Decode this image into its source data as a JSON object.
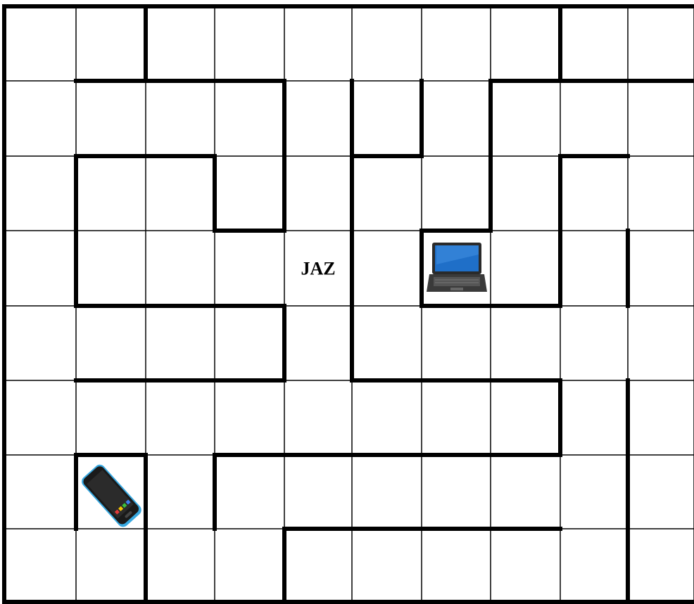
{
  "maze": {
    "columns": 10,
    "rows": 8,
    "colors": {
      "background": "#ffffff",
      "thin_line": "#000000",
      "thick_line": "#000000"
    },
    "cell_labels": [
      {
        "name": "jaz-label",
        "row": 3,
        "col": 4,
        "text": "JAZ"
      }
    ],
    "icons": [
      {
        "name": "laptop-icon",
        "row": 3,
        "col": 6,
        "screen_color": "#1f6fc8"
      },
      {
        "name": "smartphone-icon",
        "row": 6,
        "col": 1,
        "body_color": "#38a8e0"
      }
    ]
  }
}
